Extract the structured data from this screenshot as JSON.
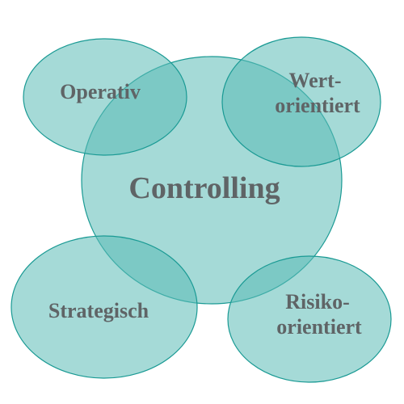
{
  "diagram": {
    "colors": {
      "fill": "#5bbcb7",
      "stroke": "#1a9a94",
      "text": "#5f6466"
    },
    "center": "Controlling",
    "operativ": "Operativ",
    "wert_line1": "Wert-",
    "wert_line2": "orientiert",
    "strategisch": "Strategisch",
    "risiko_line1": "Risiko-",
    "risiko_line2": "orientiert"
  }
}
